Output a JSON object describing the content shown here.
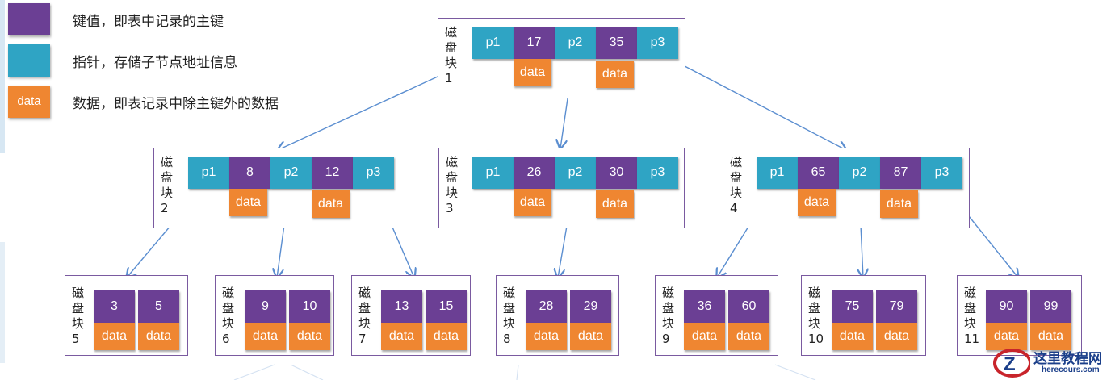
{
  "legend": {
    "key": {
      "text": "键值，即表中记录的主键",
      "color": "#6b3f94"
    },
    "pointer": {
      "text": "指针，存储子节点地址信息",
      "color": "#2fa4c4"
    },
    "data": {
      "swatch_label": "data",
      "text": "数据，即表记录中除主键外的数据",
      "color": "#ef8631"
    }
  },
  "block_label_chars": [
    "磁",
    "盘",
    "块"
  ],
  "pointer_labels": [
    "p1",
    "p2",
    "p3"
  ],
  "data_label": "data",
  "blocks": [
    {
      "id": "1",
      "keys": [
        "17",
        "35"
      ]
    },
    {
      "id": "2",
      "keys": [
        "8",
        "12"
      ]
    },
    {
      "id": "3",
      "keys": [
        "26",
        "30"
      ]
    },
    {
      "id": "4",
      "keys": [
        "65",
        "87"
      ]
    },
    {
      "id": "5",
      "keys": [
        "3",
        "5"
      ]
    },
    {
      "id": "6",
      "keys": [
        "9",
        "10"
      ]
    },
    {
      "id": "7",
      "keys": [
        "13",
        "15"
      ]
    },
    {
      "id": "8",
      "keys": [
        "28",
        "29"
      ]
    },
    {
      "id": "9",
      "keys": [
        "36",
        "60"
      ]
    },
    {
      "id": "10",
      "keys": [
        "75",
        "79"
      ]
    },
    {
      "id": "11",
      "keys": [
        "90",
        "99"
      ]
    }
  ],
  "edges": [
    {
      "from": "1",
      "pointer": "p1",
      "to": "2"
    },
    {
      "from": "1",
      "pointer": "p2",
      "to": "3"
    },
    {
      "from": "1",
      "pointer": "p3",
      "to": "4"
    },
    {
      "from": "2",
      "pointer": "p1",
      "to": "5"
    },
    {
      "from": "2",
      "pointer": "p2",
      "to": "6"
    },
    {
      "from": "2",
      "pointer": "p3",
      "to": "7"
    },
    {
      "from": "3",
      "pointer": "p2",
      "to": "8"
    },
    {
      "from": "4",
      "pointer": "p1",
      "to": "9"
    },
    {
      "from": "4",
      "pointer": "p2",
      "to": "10"
    },
    {
      "from": "4",
      "pointer": "p3",
      "to": "11"
    }
  ],
  "colors": {
    "key": "#6b3f94",
    "pointer": "#2fa4c4",
    "data": "#ef8631",
    "border": "#7a5aa0",
    "arrow": "#5b8ed0"
  },
  "watermark": {
    "name": "这里教程网",
    "url": "herecours.com"
  }
}
